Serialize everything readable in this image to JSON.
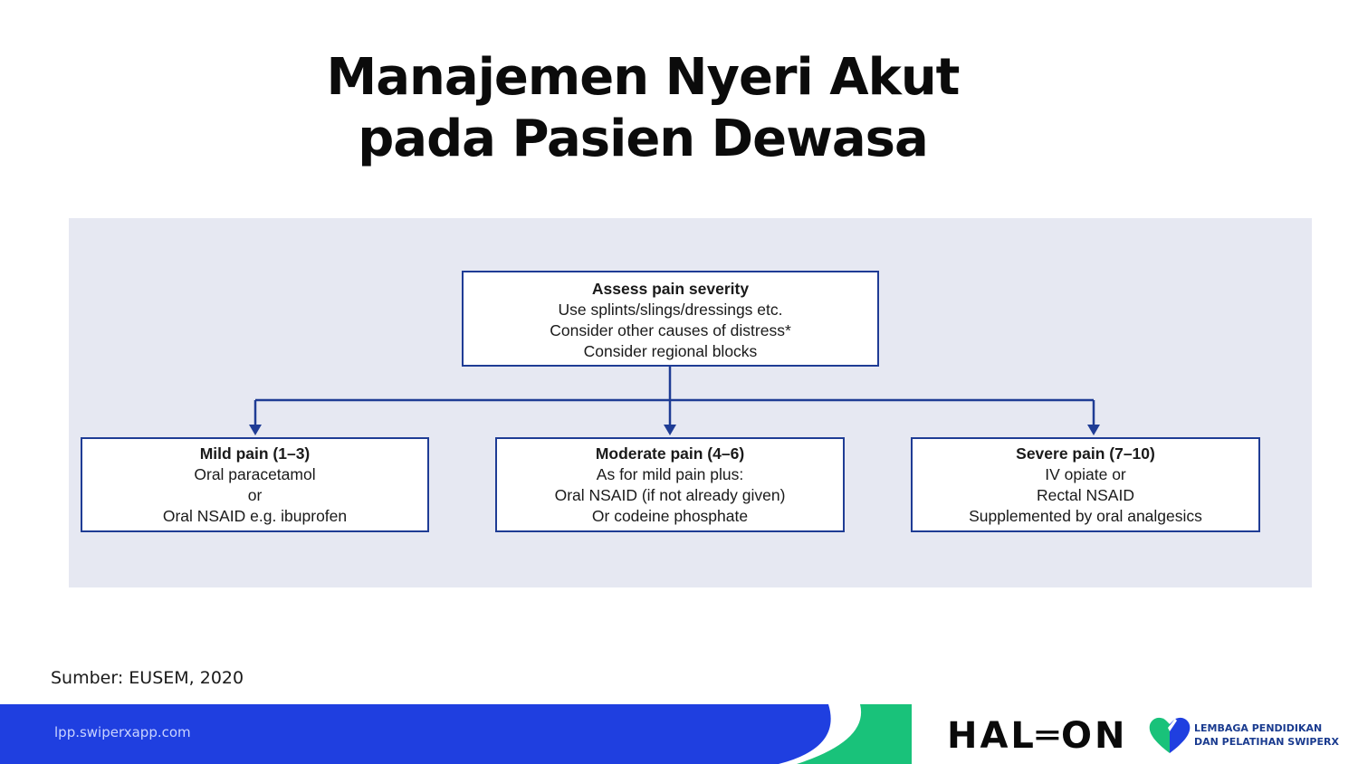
{
  "title": {
    "line1": "Manajemen Nyeri Akut",
    "line2": "pada Pasien Dewasa"
  },
  "diagram": {
    "top": {
      "heading": "Assess pain severity",
      "lines": [
        "Use splints/slings/dressings etc.",
        "Consider other causes of distress*",
        "Consider regional blocks"
      ]
    },
    "mild": {
      "heading": "Mild pain (1–3)",
      "lines": [
        "Oral paracetamol",
        "or",
        "Oral NSAID e.g. ibuprofen"
      ]
    },
    "moderate": {
      "heading": "Moderate pain (4–6)",
      "lines": [
        "As for mild pain plus:",
        "Oral NSAID (if not already given)",
        "Or codeine phosphate"
      ]
    },
    "severe": {
      "heading": "Severe pain (7–10)",
      "lines": [
        "IV opiate or",
        "Rectal NSAID",
        "Supplemented by oral analgesics"
      ]
    }
  },
  "source": "Sumber: EUSEM, 2020",
  "footer": {
    "url": "lpp.swiperxapp.com",
    "brand": "HAL═ON",
    "lpp_line1": "LEMBAGA PENDIDIKAN",
    "lpp_line2": "DAN PELATIHAN SWIPERX"
  },
  "colors": {
    "panel": "#e6e8f2",
    "box_border": "#1f3c95",
    "footer_blue": "#1f3fe0",
    "footer_green": "#19c27a"
  }
}
